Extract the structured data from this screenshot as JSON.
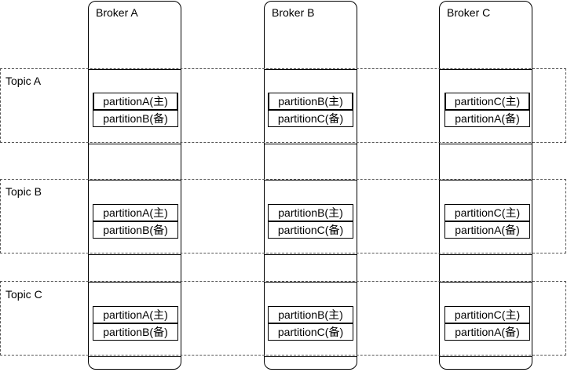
{
  "brokers": [
    {
      "label": "Broker A"
    },
    {
      "label": "Broker B"
    },
    {
      "label": "Broker C"
    }
  ],
  "topics": [
    {
      "label": "Topic A",
      "cells": [
        {
          "primary": "partitionA(主)",
          "backup": "partitionB(备)"
        },
        {
          "primary": "partitionB(主)",
          "backup": "partitionC(备)"
        },
        {
          "primary": "partitionC(主)",
          "backup": "partitionA(备)"
        }
      ]
    },
    {
      "label": "Topic B",
      "cells": [
        {
          "primary": "partitionA(主)",
          "backup": "partitionB(备)"
        },
        {
          "primary": "partitionB(主)",
          "backup": "partitionC(备)"
        },
        {
          "primary": "partitionC(主)",
          "backup": "partitionA(备)"
        }
      ]
    },
    {
      "label": "Topic C",
      "cells": [
        {
          "primary": "partitionA(主)",
          "backup": "partitionB(备)"
        },
        {
          "primary": "partitionB(主)",
          "backup": "partitionC(备)"
        },
        {
          "primary": "partitionC(主)",
          "backup": "partitionA(备)"
        }
      ]
    }
  ]
}
